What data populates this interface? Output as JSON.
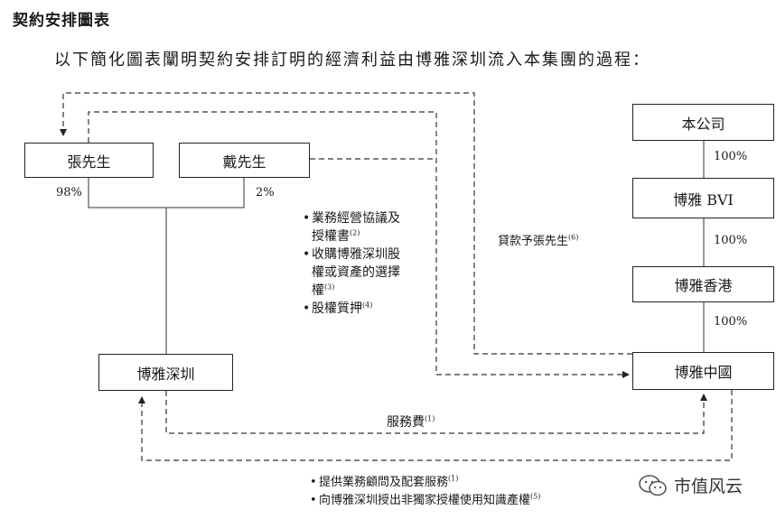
{
  "heading": "契約安排圖表",
  "intro": "以下簡化圖表闡明契約安排訂明的經濟利益由博雅深圳流入本集團的過程：",
  "boxes": {
    "zhang": "張先生",
    "dai": "戴先生",
    "boya_sz": "博雅深圳",
    "company": "本公司",
    "boya_bvi": "博雅 BVI",
    "boya_hk": "博雅香港",
    "boya_cn": "博雅中國"
  },
  "labels": {
    "pct_98": "98%",
    "pct_2": "2%",
    "pct_100_a": "100%",
    "pct_100_b": "100%",
    "pct_100_c": "100%",
    "loan": "貸款予張先生",
    "loan_note": "(6)",
    "service_fee": "服務費",
    "service_fee_note": "(1)"
  },
  "agreements": [
    {
      "text": "業務經營協議及授權書",
      "note": "(2)"
    },
    {
      "text": "收購博雅深圳股權或資產的選擇權",
      "note": "(3)"
    },
    {
      "text": "股權質押",
      "note": "(4)"
    }
  ],
  "agreements_display": [
    {
      "line1": "業務經營協議及",
      "line2": "授權書"
    },
    {
      "line1": "收購博雅深圳股",
      "line2": "權或資產的選擇",
      "line3": "權"
    },
    {
      "line1": "股權質押"
    }
  ],
  "services": [
    {
      "text": "提供業務顧問及配套服務",
      "note": "(1)"
    },
    {
      "text": "向博雅深圳授出非獨家授權使用知識產權",
      "note": "(5)"
    }
  ],
  "watermark": "市值风云"
}
